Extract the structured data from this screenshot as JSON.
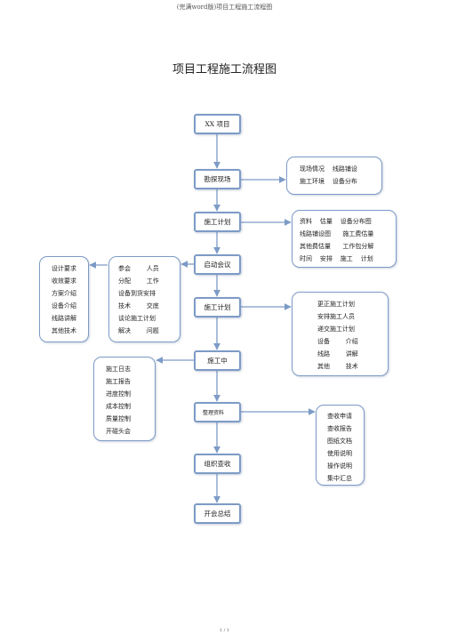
{
  "header": "(完满word版)项目工程施工流程图",
  "title": "项目工程施工流程图",
  "footer": "1 / 1",
  "nodes": {
    "project": "XX 项目",
    "survey": "勘探现场",
    "plan1": "施工计划",
    "kickoff": "启动会议",
    "plan2": "施工计划",
    "construction": "施工中",
    "organize": "整理资料",
    "acceptance": "组织查收",
    "summary": "开会总结"
  },
  "notes": {
    "survey": [
      "现场情况    线路铺设",
      "施工环境    设备分布"
    ],
    "plan1": [
      "资料    估量    设备分布图",
      "线路铺设图      施工费估量",
      "其他费估量      工作包分解",
      "时间    安排    施工    计划"
    ],
    "kickoff_left": [
      "设计要求",
      "收效要求",
      "方案介绍",
      "设备介绍",
      "线路讲解",
      "其他技术"
    ],
    "kickoff_right": [
      "参会        人员",
      "分配        工作",
      "设备到货安排",
      "技术        交底",
      "谈论施工计划",
      "解决        问题"
    ],
    "plan2": [
      "更正施工计划",
      "安排施工人员",
      "递交施工计划",
      "设备        介绍",
      "线路        讲解",
      "其他        技术"
    ],
    "construction": [
      "施工日志",
      "施工报告",
      "进度控制",
      "成本控制",
      "质量控制",
      "开碰头会"
    ],
    "organize": [
      "查收申请",
      "查收报告",
      "图纸文档",
      "使用说明",
      "操作说明",
      "集中汇总"
    ]
  }
}
